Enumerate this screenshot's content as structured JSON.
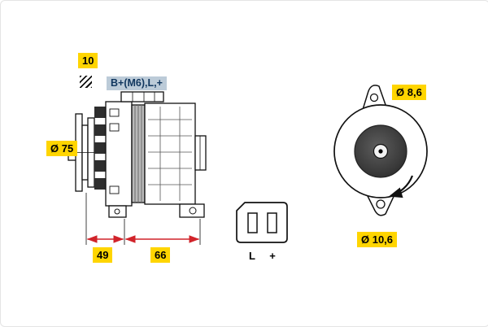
{
  "labels": {
    "nut_size": "10",
    "terminals": "B+(M6),L,+",
    "pulley_diameter": "Ø 75",
    "dim_front": "49",
    "dim_rear": "66",
    "hole_top_diameter": "Ø 8,6",
    "hole_bottom_diameter": "Ø 10,6",
    "connector_pin_l": "L",
    "connector_pin_plus": "+"
  },
  "colors": {
    "highlight_bg": "#FFD500",
    "terminal_label_bg": "#BCCBD8",
    "dimension_red": "#D1232A",
    "line_color": "#111111",
    "rotor_dark": "#3d3d3d"
  }
}
